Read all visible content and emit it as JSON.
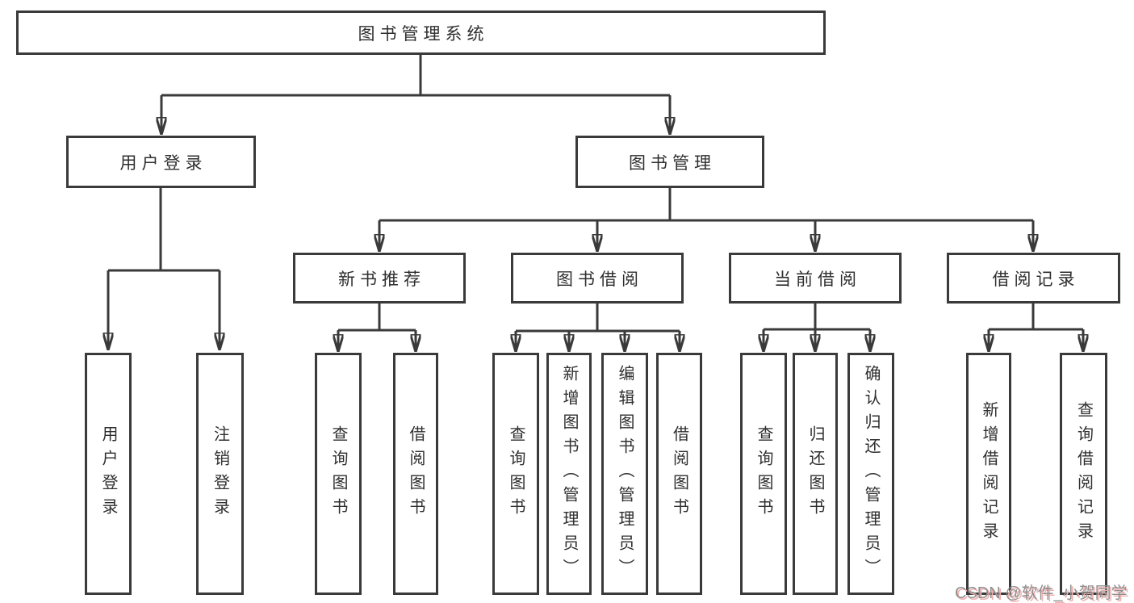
{
  "colors": {
    "background": "#ffffff",
    "line": "#3a3a3a",
    "box_border": "#3a3a3a",
    "text": "#2f2f2f",
    "watermark_text": "#909090",
    "watermark_shadow": "#eeafae"
  },
  "tree": {
    "root": {
      "label": "图书管理系统"
    },
    "branches": [
      {
        "label": "用户登录",
        "children": [
          {
            "label": "用户登录"
          },
          {
            "label": "注销登录"
          }
        ]
      },
      {
        "label": "图书管理",
        "groups": [
          {
            "label": "新书推荐",
            "children": [
              {
                "label": "查询图书"
              },
              {
                "label": "借阅图书"
              }
            ]
          },
          {
            "label": "图书借阅",
            "children": [
              {
                "label": "查询图书"
              },
              {
                "label": "新增图书（管理员）"
              },
              {
                "label": "编辑图书（管理员）"
              },
              {
                "label": "借阅图书"
              }
            ]
          },
          {
            "label": "当前借阅",
            "children": [
              {
                "label": "查询图书"
              },
              {
                "label": "归还图书"
              },
              {
                "label": "确认归还（管理员）"
              }
            ]
          },
          {
            "label": "借阅记录",
            "children": [
              {
                "label": "新增借阅记录"
              },
              {
                "label": "查询借阅记录"
              }
            ]
          }
        ]
      }
    ]
  },
  "watermark": {
    "text": "CSDN @软件_小贺同学"
  }
}
